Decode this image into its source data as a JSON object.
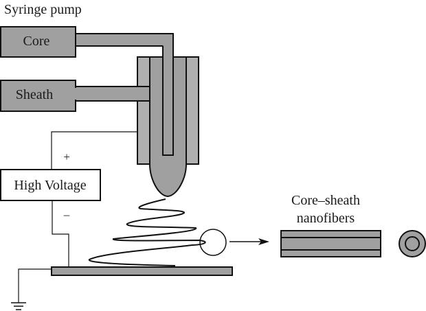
{
  "title": "Syringe pump",
  "labels": {
    "core": "Core",
    "sheath": "Sheath",
    "high_voltage": "High Voltage",
    "plus": "+",
    "minus": "–",
    "product_line1": "Core–sheath",
    "product_line2": "nanofibers"
  },
  "colors": {
    "fill_dark": "#a0a0a0",
    "fill_light": "#b0b0b0",
    "stroke": "#111111",
    "background": "#ffffff"
  }
}
